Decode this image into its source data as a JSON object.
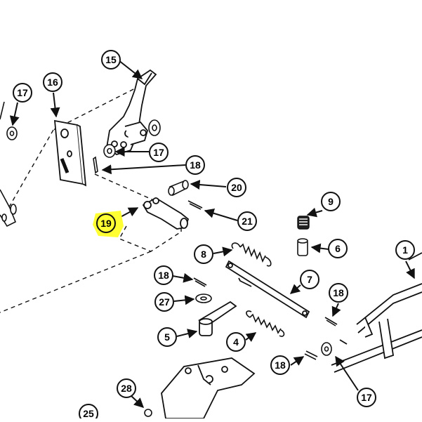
{
  "callouts": {
    "c15": "15",
    "c16": "16",
    "c17a": "17",
    "c17b": "17",
    "c18a": "18",
    "c20": "20",
    "c21": "21",
    "c19": "19",
    "c9": "9",
    "c6": "6",
    "c8": "8",
    "c1": "1",
    "c7": "7",
    "c18b": "18",
    "c18c": "18",
    "c27": "27",
    "c5": "5",
    "c4": "4",
    "c18d": "18",
    "c17c": "17",
    "c28": "28",
    "c25": "25"
  },
  "colors": {
    "highlight": "#ffff33",
    "line": "#111111"
  }
}
